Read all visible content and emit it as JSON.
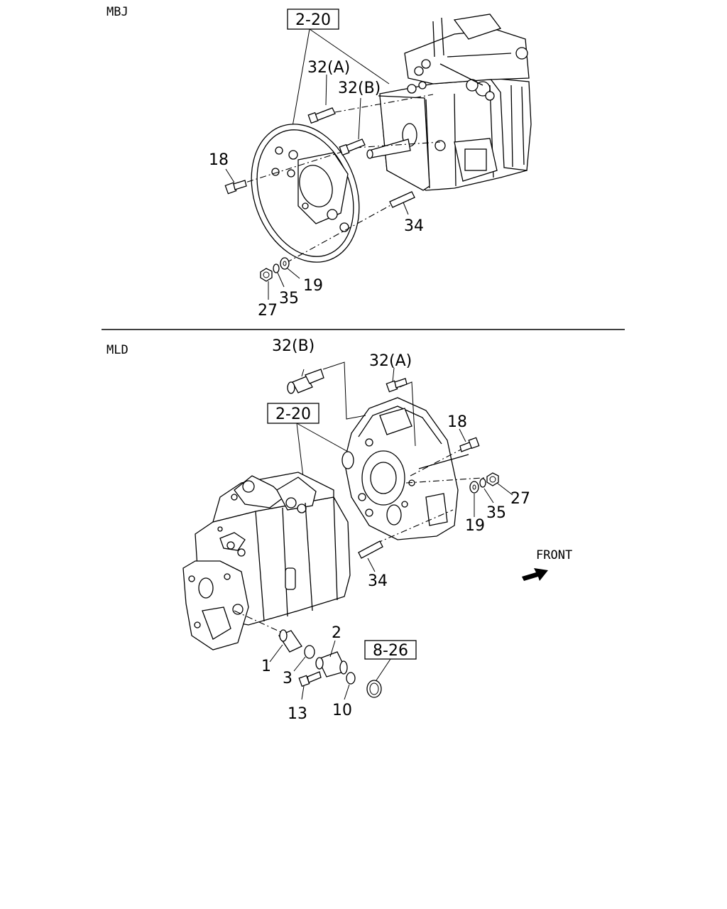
{
  "sections": {
    "top": {
      "code": "MBJ",
      "ref_box": "2-20",
      "callouts": {
        "c32a": "32(A)",
        "c32b": "32(B)",
        "c18": "18",
        "c34": "34",
        "c19": "19",
        "c35": "35",
        "c27": "27"
      }
    },
    "bottom": {
      "code": "MLD",
      "ref_box": "2-20",
      "ref_box_2": "8-26",
      "front_label": "FRONT",
      "callouts": {
        "c32b": "32(B)",
        "c32a": "32(A)",
        "c18": "18",
        "c27": "27",
        "c35": "35",
        "c19": "19",
        "c34": "34",
        "c1": "1",
        "c2": "2",
        "c3": "3",
        "c13": "13",
        "c10": "10"
      }
    }
  }
}
